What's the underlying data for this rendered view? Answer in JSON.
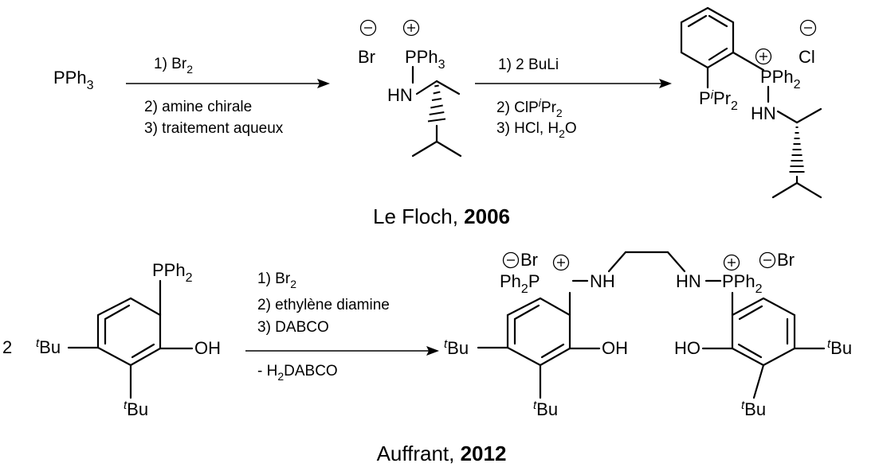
{
  "scheme_top": {
    "reactant": {
      "label": "PPh",
      "sub": "3"
    },
    "step1": {
      "conditions": [
        {
          "text": "1) Br",
          "sub": "2"
        },
        {
          "text": "2) amine chirale"
        },
        {
          "text": "3) traitement aqueux"
        }
      ]
    },
    "intermediate": {
      "anion": "Br",
      "cation": "PPh",
      "cation_sub": "3",
      "nh": "HN"
    },
    "step2": {
      "conditions": [
        {
          "text": "1) 2 BuLi"
        },
        {
          "prefix": "2) ClP",
          "ital": "i",
          "mid": "Pr",
          "sub": "2"
        },
        {
          "prefix": "3) HCl, H",
          "sub": "2",
          "suffix": "O"
        }
      ]
    },
    "product": {
      "anion": "Cl",
      "cation": "PPh",
      "cation_sub": "2",
      "nh": "HN",
      "pr": {
        "p": "P",
        "ital": "i",
        "pr": "Pr",
        "sub": "2"
      }
    },
    "caption": {
      "name": "Le Floch, ",
      "year": "2006"
    }
  },
  "scheme_bottom": {
    "coefficient": "2",
    "reactant": {
      "tbu_left": {
        "ital": "t",
        "text": "Bu"
      },
      "tbu_bottom": {
        "ital": "t",
        "text": "Bu"
      },
      "pph2": {
        "text": "PPh",
        "sub": "2"
      },
      "oh": "OH"
    },
    "conditions": [
      {
        "text": "1) Br",
        "sub": "2"
      },
      {
        "text": "2) ethylène diamine"
      },
      {
        "text": "3) DABCO"
      },
      {
        "prefix": "- H",
        "sub": "2",
        "suffix": "DABCO"
      }
    ],
    "product": {
      "left_anion": "Br",
      "right_anion": "Br",
      "ph2p": {
        "text": "Ph",
        "sub": "2",
        "p": "P"
      },
      "nh": "NH",
      "hn": "HN",
      "pph2": {
        "text": "PPh",
        "sub": "2"
      },
      "oh": "OH",
      "ho": "HO",
      "tbu": {
        "ital": "t",
        "text": "Bu"
      }
    },
    "caption": {
      "name": "Auffrant, ",
      "year": "2012"
    }
  }
}
